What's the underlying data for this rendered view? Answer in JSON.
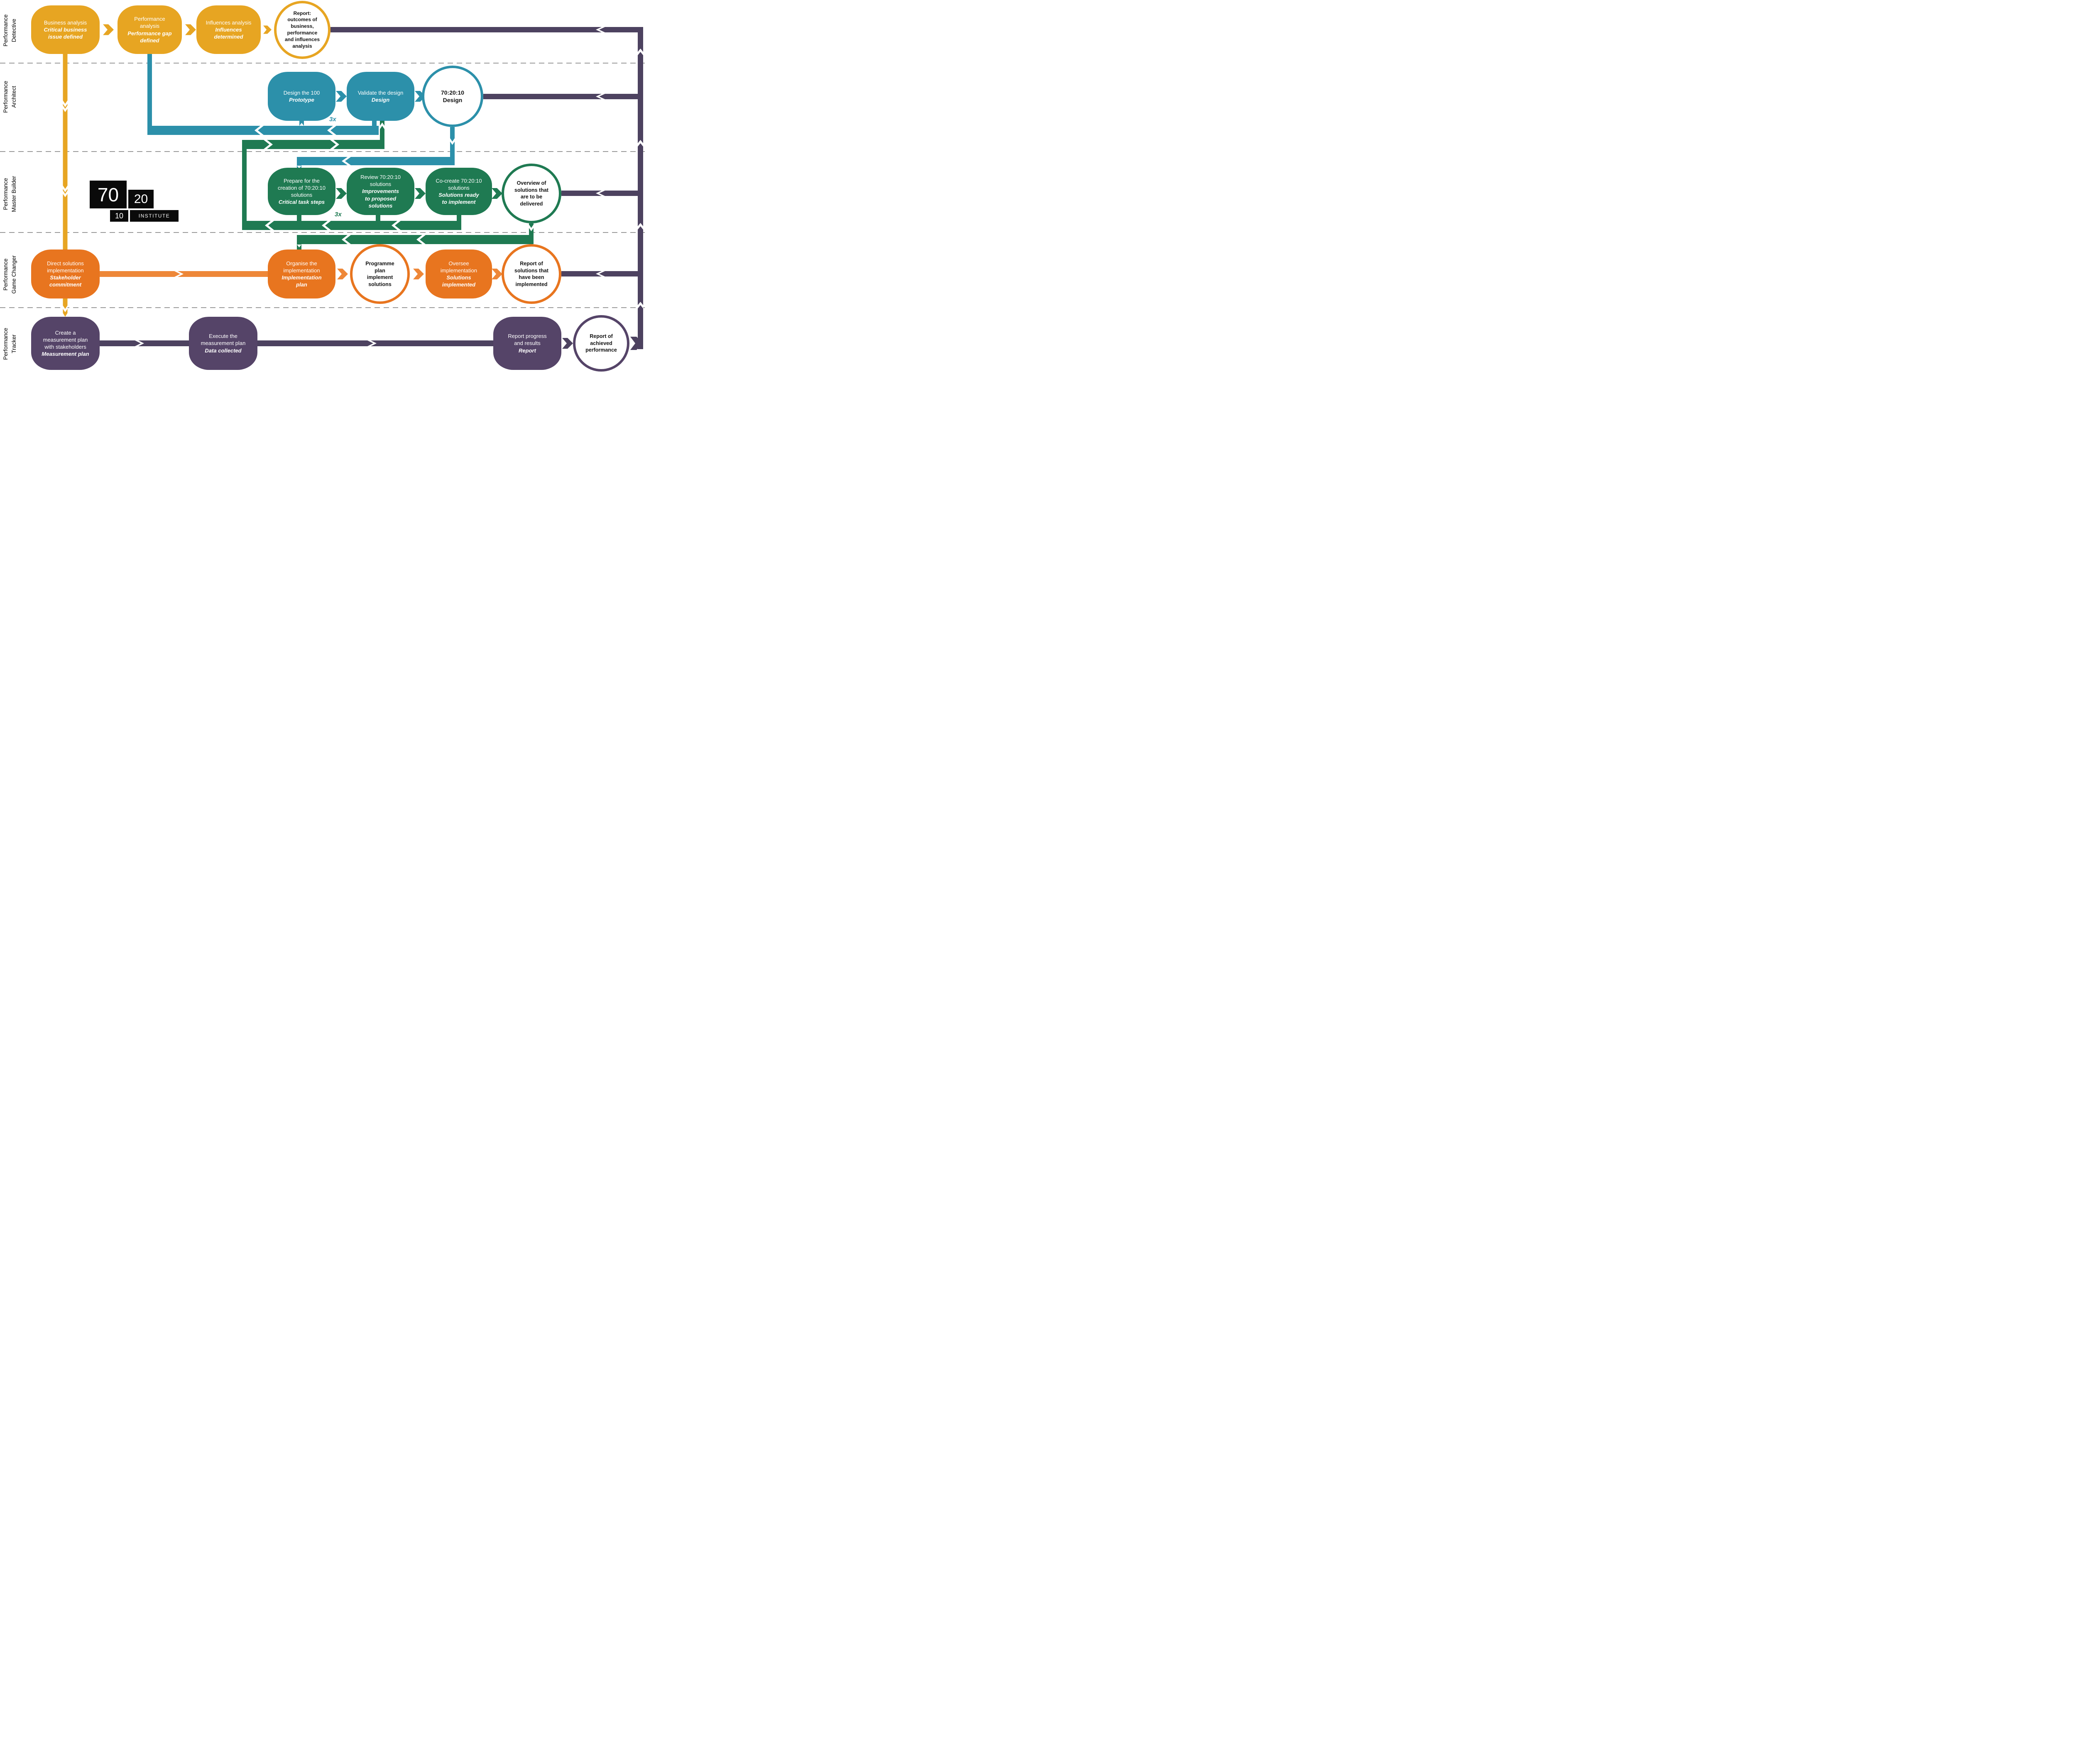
{
  "colors": {
    "detective_yellow": "#E7A522",
    "architect_teal": "#2C90AA",
    "master_builder_green": "#1F7A52",
    "game_changer_orange": "#E8751F",
    "game_changer_orange_light": "#EE8738",
    "tracker_purple": "#554468",
    "feedback_line_purple": "#4D4260",
    "separator_gray": "#999999",
    "logo_bg": "#0A0A0A",
    "logo_text": "#FFFFFF"
  },
  "logo": {
    "blocks": [
      "70",
      "20",
      "10",
      "INSTITUTE"
    ]
  },
  "lanes": [
    {
      "id": "performance-detective",
      "label": [
        "Performance",
        "Detective"
      ],
      "nodes": [
        {
          "name": "business-analysis",
          "lines": [
            "Business analysis"
          ],
          "emphasis": [
            "Critical business",
            "issue defined"
          ]
        },
        {
          "name": "performance-analysis",
          "lines": [
            "Performance",
            "analysis"
          ],
          "emphasis": [
            "Performance gap",
            "defined"
          ]
        },
        {
          "name": "influences-analysis",
          "lines": [
            "Influences analysis"
          ],
          "emphasis": [
            "Influences",
            "determined"
          ]
        },
        {
          "name": "report-analysis-outcomes",
          "lines": [
            "Report:",
            "outcomes of",
            "business,",
            "performance",
            "and influences",
            "analysis"
          ]
        }
      ]
    },
    {
      "id": "performance-architect",
      "label": [
        "Performance",
        "Architect"
      ],
      "loop_label": "3x",
      "nodes": [
        {
          "name": "design-the-100",
          "lines": [
            "Design the 100"
          ],
          "emphasis": [
            "Prototype"
          ]
        },
        {
          "name": "validate-the-design",
          "lines": [
            "Validate the design"
          ],
          "emphasis": [
            "Design"
          ]
        },
        {
          "name": "702010-design",
          "lines": [
            "70:20:10",
            "Design"
          ]
        }
      ]
    },
    {
      "id": "performance-master-builder",
      "label": [
        "Performance",
        "Master Builder"
      ],
      "loop_label": "3x",
      "nodes": [
        {
          "name": "prepare-creation",
          "lines": [
            "Prepare for the",
            "creation of 70:20:10",
            "solutions"
          ],
          "emphasis": [
            "Critical task steps"
          ]
        },
        {
          "name": "review-solutions",
          "lines": [
            "Review 70:20:10",
            "solutions"
          ],
          "emphasis": [
            "Improvements",
            "to proposed",
            "solutions"
          ]
        },
        {
          "name": "co-create-solutions",
          "lines": [
            "Co-create 70:20:10",
            "solutions"
          ],
          "emphasis": [
            "Solutions ready",
            "to implement"
          ]
        },
        {
          "name": "overview-solutions",
          "lines": [
            "Overview of",
            "solutions that",
            "are to be",
            "delivered"
          ]
        }
      ]
    },
    {
      "id": "performance-game-changer",
      "label": [
        "Performance",
        "Game Changer"
      ],
      "nodes": [
        {
          "name": "direct-solutions",
          "lines": [
            "Direct solutions",
            "implementation"
          ],
          "emphasis": [
            "Stakeholder",
            "commitment"
          ]
        },
        {
          "name": "organise-implementation",
          "lines": [
            "Organise the",
            "implementation"
          ],
          "emphasis": [
            "Implementation",
            "plan"
          ]
        },
        {
          "name": "programme-plan",
          "lines": [
            "Programme",
            "plan",
            "implement",
            "solutions"
          ]
        },
        {
          "name": "oversee-implementation",
          "lines": [
            "Oversee",
            "implementation"
          ],
          "emphasis": [
            "Solutions",
            "implemented"
          ]
        },
        {
          "name": "report-solutions-implemented",
          "lines": [
            "Report of",
            "solutions that",
            "have been",
            "implemented"
          ]
        }
      ]
    },
    {
      "id": "performance-tracker",
      "label": [
        "Performance",
        "Tracker"
      ],
      "nodes": [
        {
          "name": "create-measurement-plan",
          "lines": [
            "Create a",
            "measurement plan",
            "with stakeholders"
          ],
          "emphasis": [
            "Measurement plan"
          ]
        },
        {
          "name": "execute-measurement-plan",
          "lines": [
            "Execute the",
            "measurement plan"
          ],
          "emphasis": [
            "Data collected"
          ]
        },
        {
          "name": "report-progress",
          "lines": [
            "Report progress",
            "and results"
          ],
          "emphasis": [
            "Report"
          ]
        },
        {
          "name": "report-achieved-performance",
          "lines": [
            "Report of",
            "achieved",
            "performance"
          ]
        }
      ]
    }
  ]
}
